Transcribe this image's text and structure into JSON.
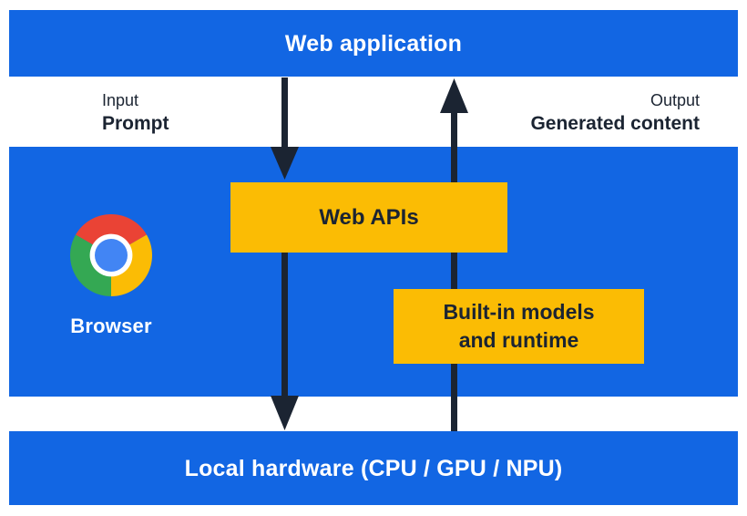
{
  "palette": {
    "blue": "#1266E3",
    "yellow": "#FBBC04",
    "navy": "#1B2432",
    "white": "#FFFFFF",
    "chrome_red": "#EA4335",
    "chrome_green": "#34A853",
    "chrome_yellow": "#FBBC05",
    "chrome_blue": "#4285F4"
  },
  "top_bar": {
    "label": "Web application"
  },
  "flow_labels": {
    "input_title": "Input",
    "input_value": "Prompt",
    "output_title": "Output",
    "output_value": "Generated content"
  },
  "browser_layer": {
    "web_apis_label": "Web APIs",
    "builtin_line1": "Built-in models",
    "builtin_line2": "and runtime",
    "browser_label": "Browser"
  },
  "bottom_bar": {
    "label": "Local hardware (CPU / GPU / NPU)"
  },
  "icons": {
    "browser_logo": "chrome-logo"
  }
}
